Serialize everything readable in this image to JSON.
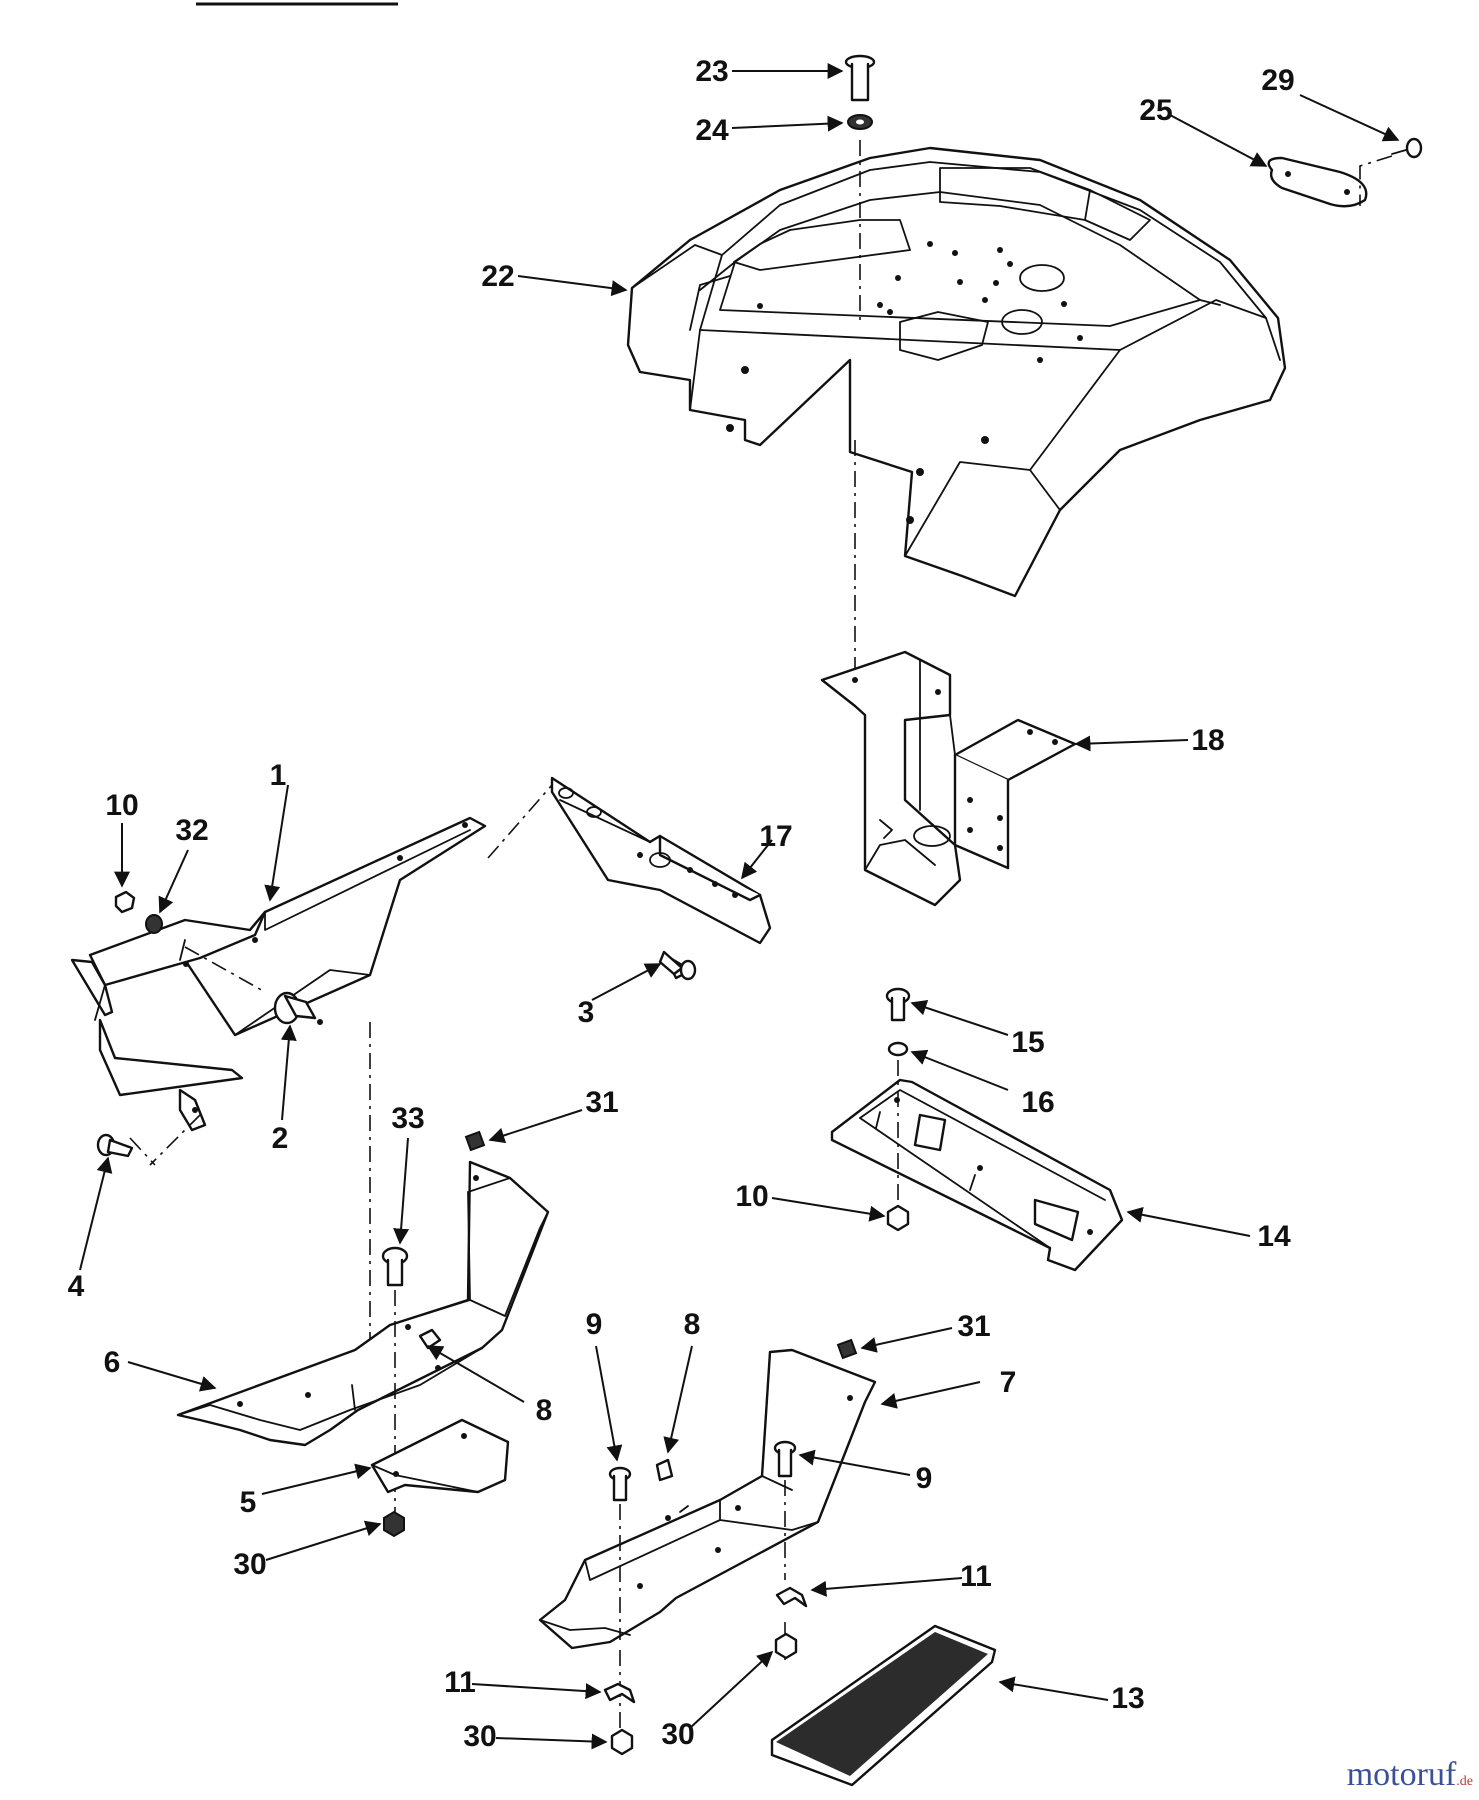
{
  "diagram": {
    "callouts": [
      "1",
      "2",
      "3",
      "4",
      "5",
      "6",
      "7",
      "8",
      "8",
      "9",
      "9",
      "10",
      "10",
      "11",
      "11",
      "13",
      "14",
      "15",
      "16",
      "17",
      "18",
      "22",
      "23",
      "24",
      "25",
      "29",
      "30",
      "30",
      "30",
      "31",
      "31",
      "32",
      "33"
    ]
  },
  "watermark": {
    "name": "motoruf",
    "tld": ".de"
  }
}
